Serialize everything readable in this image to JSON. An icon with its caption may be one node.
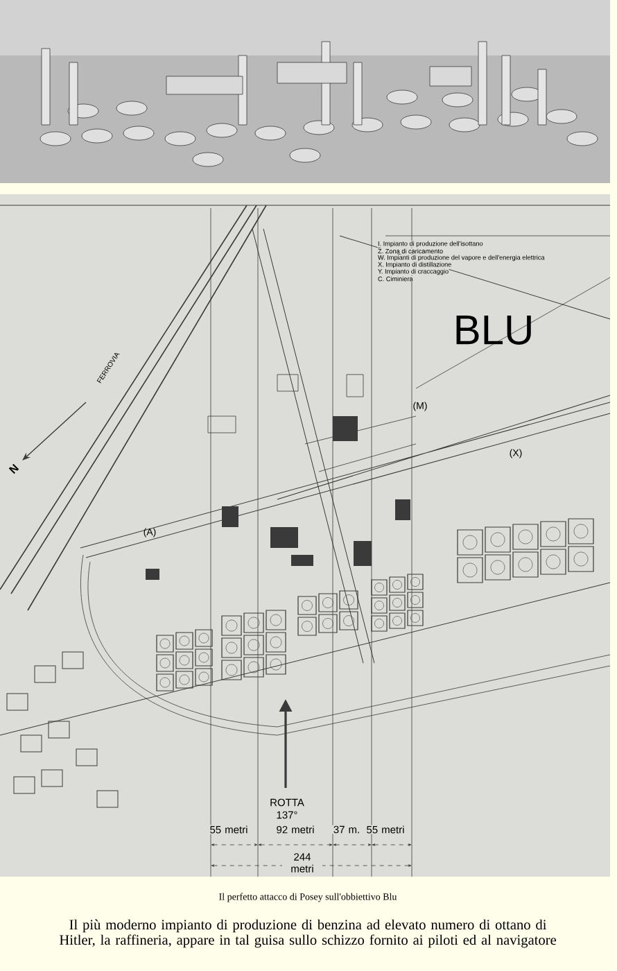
{
  "diagram": {
    "title": "Il perfetto attacco di Posey sull'obbiettivo Blu",
    "caption": "Il più moderno impianto di produzione di benzina ad elevato numero di ottano di Hitler, la raffineria, appare in tal guisa sullo schizzo fornito ai piloti ed al navigatore",
    "labels": [
      "I. Impianto di produzione dell'isottano",
      "Z. Zona di caricamento",
      "W. Impianti di produzione del vapore e dell'energia elettrica",
      "X. Impianto di distillazione",
      "Y. Impianto di craccaggio",
      "C. Ciminiera",
      "BLU",
      "FERROVIA",
      "N",
      "(M)",
      "(X)",
      "(A)",
      "ROTTA 137°",
      "55 metri",
      "92 metri",
      "37 m.",
      "55 metri",
      "244 metri"
    ]
  }
}
